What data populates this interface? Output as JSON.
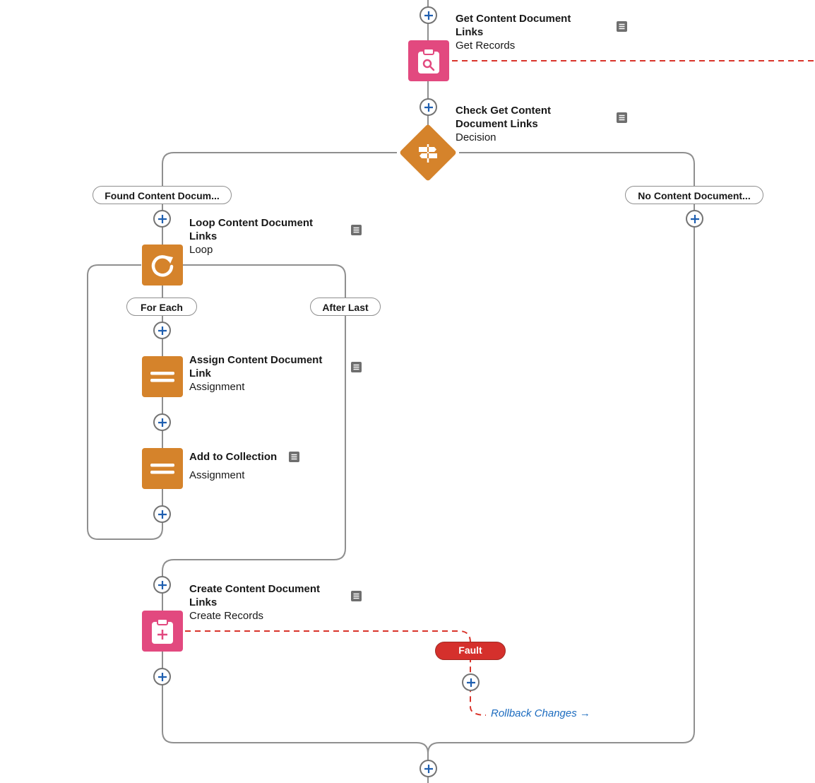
{
  "colors": {
    "connector": "#8f8f8f",
    "add_button_plus": "#1f5fb0",
    "get_records_icon_bg": "#e2497f",
    "create_records_icon_bg": "#e2497f",
    "decision_icon_bg": "#d5832b",
    "loop_icon_bg": "#d5832b",
    "assignment_icon_bg": "#d5832b",
    "fault_pill_bg": "#d5302c",
    "fault_path": "#d9342b",
    "rollback_link": "#1b6bbf"
  },
  "nodes": {
    "get_content_document_links": {
      "title": "Get Content Document Links",
      "type": "Get Records",
      "icon": "clipboard-search-icon"
    },
    "check_get_content_document_links": {
      "title": "Check Get Content Document Links",
      "type": "Decision",
      "icon": "signpost-icon"
    },
    "loop_content_document_links": {
      "title": "Loop Content Document Links",
      "type": "Loop",
      "icon": "loop-arrow-icon"
    },
    "assign_content_document_link": {
      "title": "Assign Content Document Link",
      "type": "Assignment",
      "icon": "equals-icon"
    },
    "add_to_collection": {
      "title": "Add to Collection",
      "type": "Assignment",
      "icon": "equals-icon"
    },
    "create_content_document_links": {
      "title": "Create Content Document Links",
      "type": "Create Records",
      "icon": "clipboard-add-icon"
    }
  },
  "outcomes": {
    "found": "Found Content Docum...",
    "none": "No Content Document..."
  },
  "loop_paths": {
    "for_each": "For Each",
    "after_last": "After Last"
  },
  "fault": {
    "label": "Fault",
    "rollback": "Rollback Changes →"
  }
}
